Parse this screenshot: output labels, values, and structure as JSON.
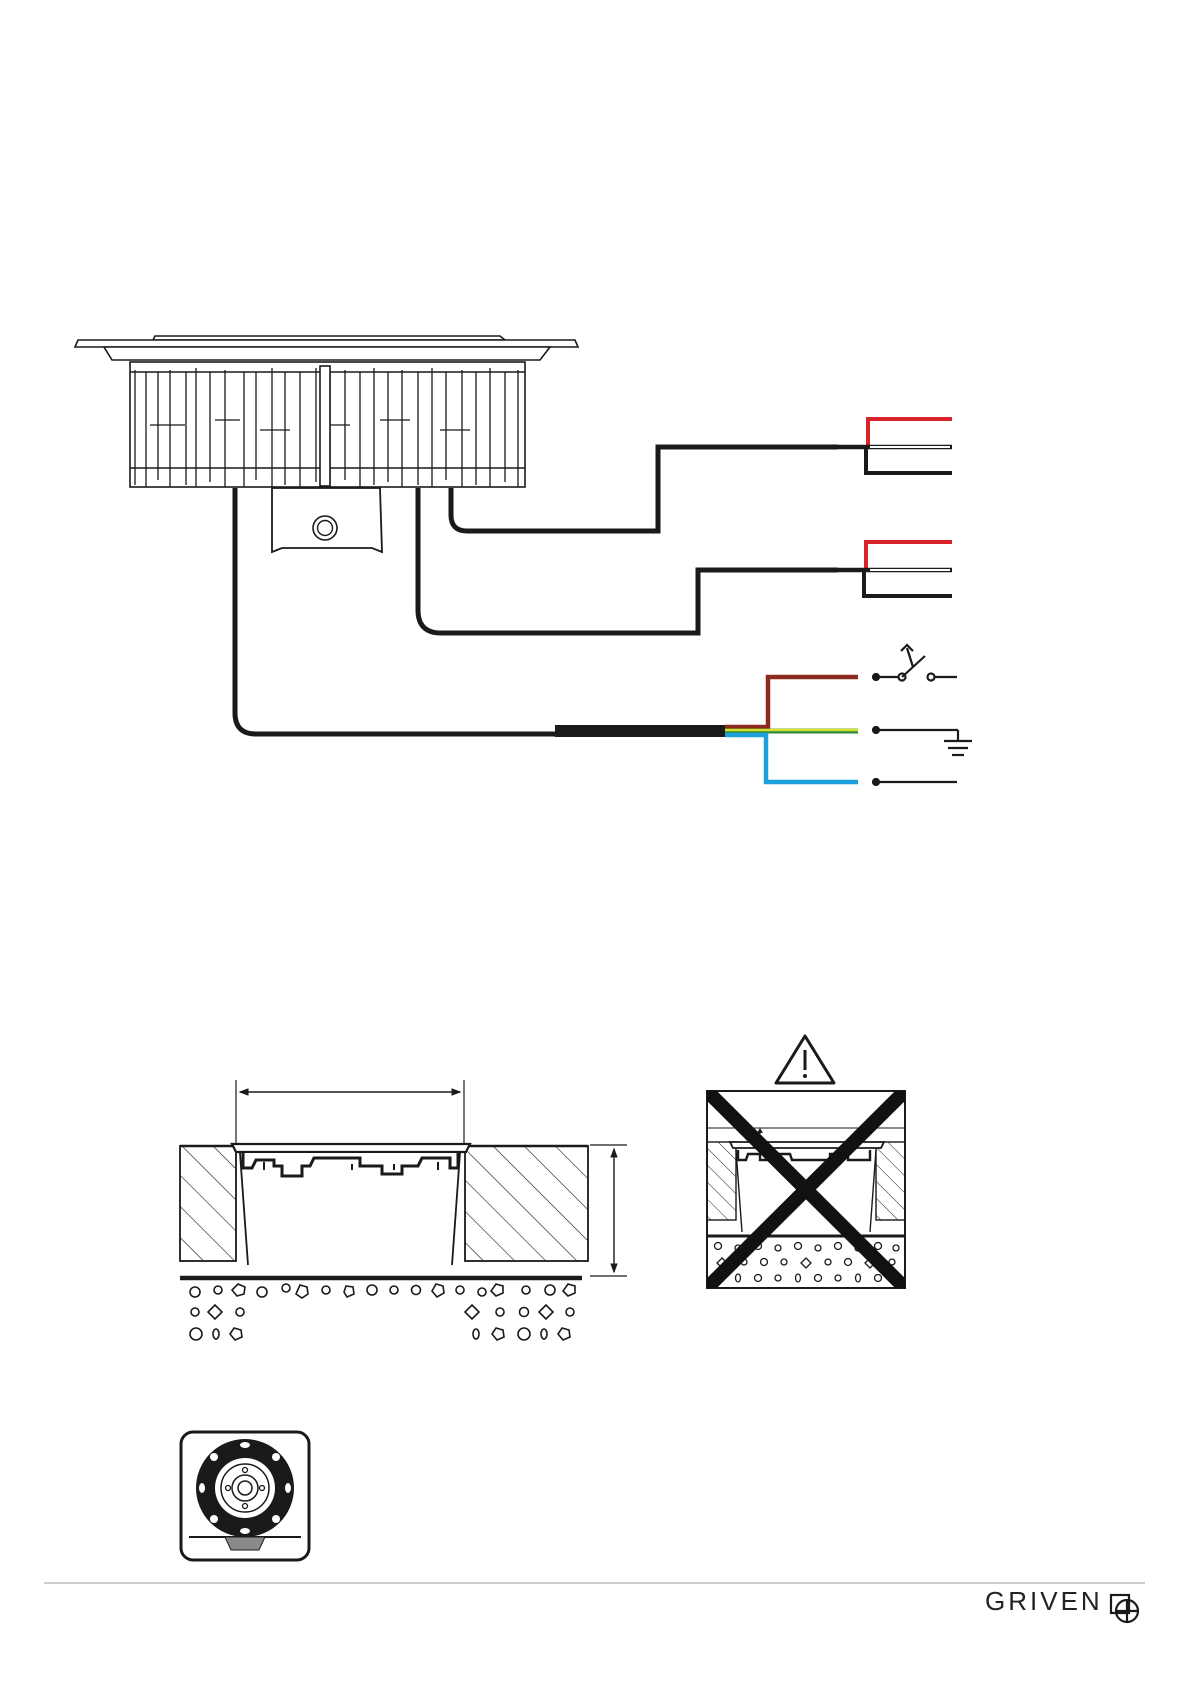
{
  "brand": {
    "name": "GRIVEN",
    "logo_icon": "griven-logo-icon"
  },
  "wiring": {
    "power_conductors": [
      {
        "role": "live",
        "color": "#8b2a1e"
      },
      {
        "role": "earth",
        "color": "#c7d62b"
      },
      {
        "role": "neutral",
        "color": "#1ea0dc"
      }
    ],
    "signal_pair_colors": [
      "#d8232a",
      "#ffffff",
      "#1a1a1a"
    ],
    "cable_color": "#1a1a1a"
  },
  "installation": {
    "correct_view_icon": "recessed-install-icon",
    "incorrect_view_icon": "warning-icon",
    "feature_icon": "drive-over-icon"
  }
}
